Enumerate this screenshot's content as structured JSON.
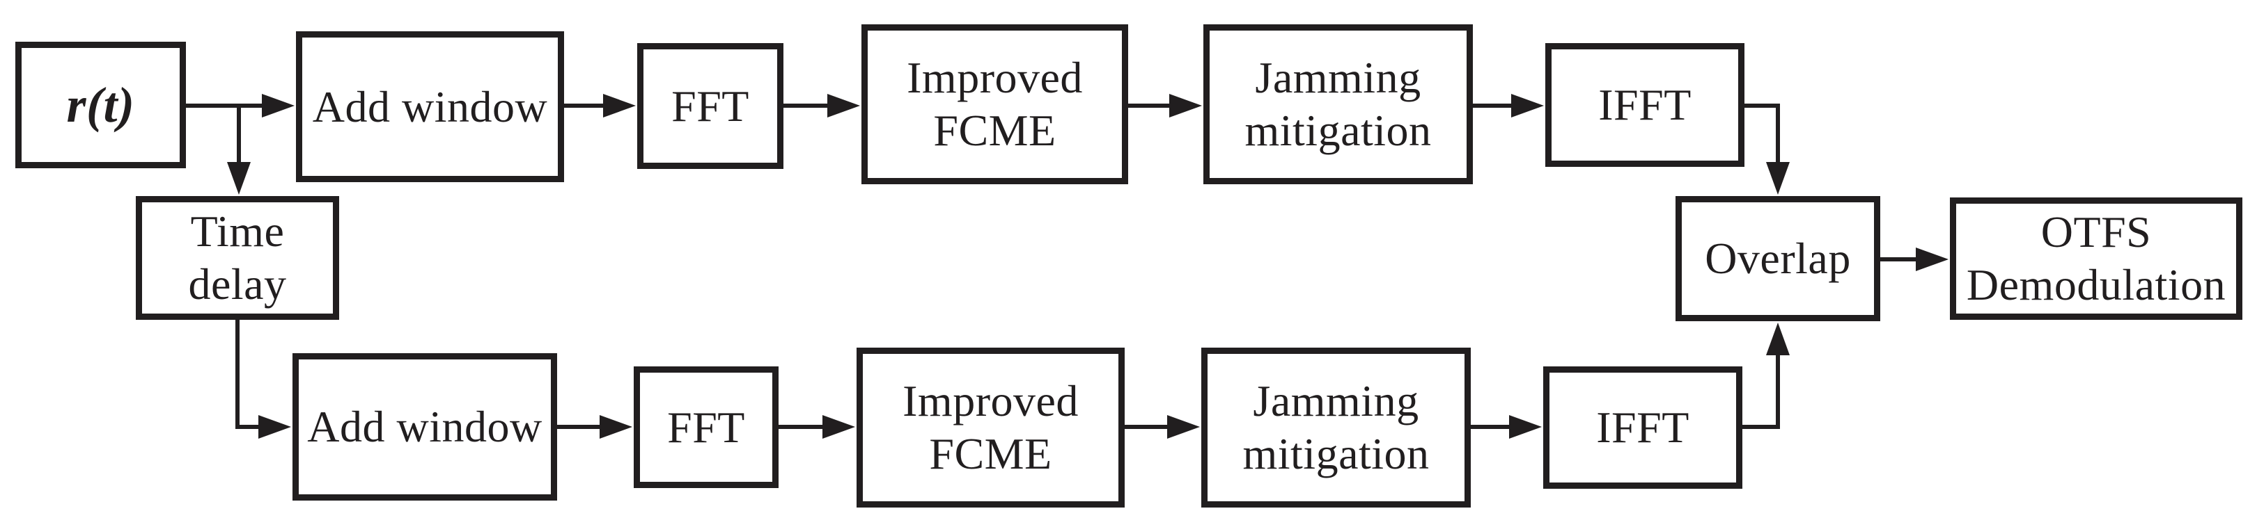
{
  "diagram": {
    "type": "block-diagram",
    "colors": {
      "ink": "#211e1f",
      "background": "#ffffff"
    },
    "nodes": {
      "rt": {
        "label": "r(t)"
      },
      "add_window_top": {
        "label": "Add window"
      },
      "fft_top": {
        "label": "FFT"
      },
      "improved_fcme_top": {
        "label": "Improved\nFCME"
      },
      "jamming_mitigation_top": {
        "label": "Jamming\nmitigation"
      },
      "ifft_top": {
        "label": "IFFT"
      },
      "time_delay": {
        "label": "Time\ndelay"
      },
      "add_window_bottom": {
        "label": "Add window"
      },
      "fft_bottom": {
        "label": "FFT"
      },
      "improved_fcme_bottom": {
        "label": "Improved\nFCME"
      },
      "jamming_mitigation_bottom": {
        "label": "Jamming\nmitigation"
      },
      "ifft_bottom": {
        "label": "IFFT"
      },
      "overlap": {
        "label": "Overlap"
      },
      "otfs_demodulation": {
        "label": "OTFS\nDemodulation"
      }
    }
  }
}
